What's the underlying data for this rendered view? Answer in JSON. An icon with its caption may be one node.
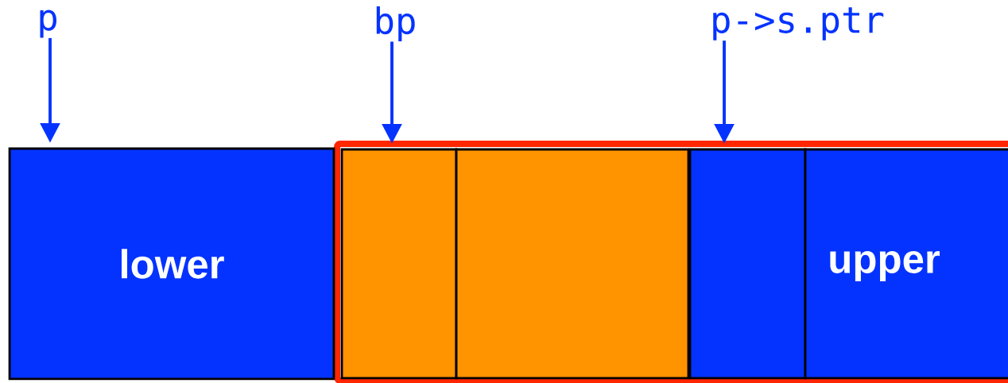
{
  "diagram": {
    "nodes": [
      {
        "text": [
          "p"
        ]
      },
      {
        "text": [
          "bp"
        ]
      },
      {
        "text": [
          "p->s.ptr"
        ]
      },
      {
        "text": [
          "lower"
        ]
      },
      {
        "text": [],
        "shape": "box"
      },
      {
        "text": [],
        "shape": "box",
        "in": 4
      },
      {
        "text": [],
        "shape": "box",
        "in": 4
      },
      {
        "text": [],
        "shape": "box",
        "in": 4
      },
      {
        "text": [
          "upper"
        ],
        "in": 4
      }
    ],
    "edges": [
      {
        "from": 0,
        "to": 3,
        "arrow": "to"
      },
      {
        "from": 1,
        "to": 5,
        "arrow": "to"
      },
      {
        "from": 2,
        "to": 7,
        "arrow": "to"
      }
    ]
  }
}
